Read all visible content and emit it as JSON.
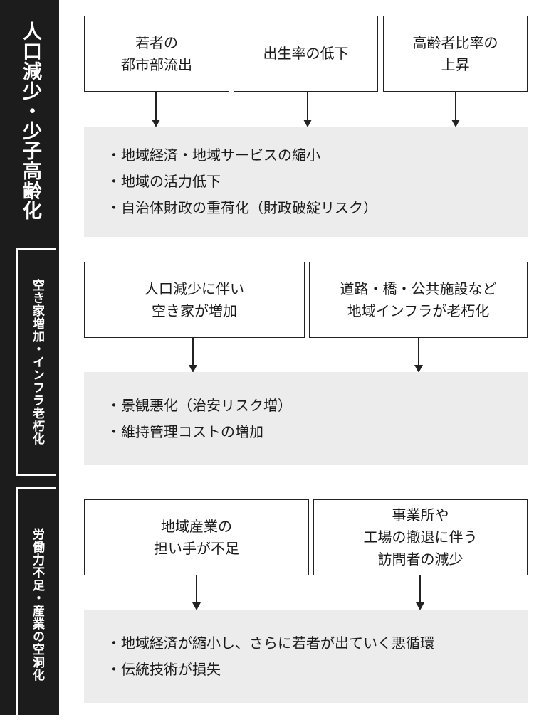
{
  "sections": [
    {
      "title": "人口減少・少子高齢化",
      "causes": [
        "若者の\n都市部流出",
        "出生率の低下",
        "高齢者比率の\n上昇"
      ],
      "effects": [
        "・地域経済・地域サービスの縮小",
        "・地域の活力低下",
        "・自治体財政の重荷化（財政破綻リスク）"
      ]
    },
    {
      "title": "空き家増加・インフラ老朽化",
      "causes": [
        "人口減少に伴い\n空き家が増加",
        "道路・橋・公共施設など\n地域インフラが老朽化"
      ],
      "effects": [
        "・景観悪化（治安リスク増）",
        "・維持管理コストの増加"
      ]
    },
    {
      "title": "労働力不足・産業の空洞化",
      "causes": [
        "地域産業の\n担い手が不足",
        "事業所や\n工場の撤退に伴う\n訪問者の減少"
      ],
      "effects": [
        "・地域経済が縮小し、さらに若者が出ていく悪循環",
        "・伝統技術が損失"
      ]
    }
  ]
}
